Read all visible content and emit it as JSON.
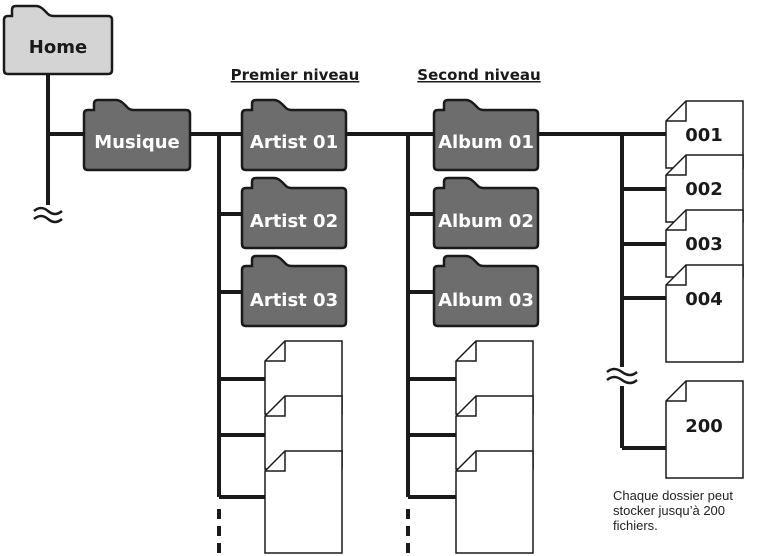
{
  "home": {
    "label": "Home"
  },
  "root_folder": {
    "label": "Musique"
  },
  "columns": {
    "first_level": "Premier niveau",
    "second_level": "Second niveau"
  },
  "artists": [
    "Artist 01",
    "Artist 02",
    "Artist 03"
  ],
  "albums": [
    "Album 01",
    "Album 02",
    "Album 03"
  ],
  "files": [
    "001",
    "002",
    "003",
    "004",
    "200"
  ],
  "note": "Chaque dossier peut stocker jusqu’à 200 fichiers.",
  "colors": {
    "folder_fill": "#6d6d6d",
    "home_fill": "#d4d4d4",
    "line": "#1a1a1a",
    "file_fill": "#ffffff"
  }
}
